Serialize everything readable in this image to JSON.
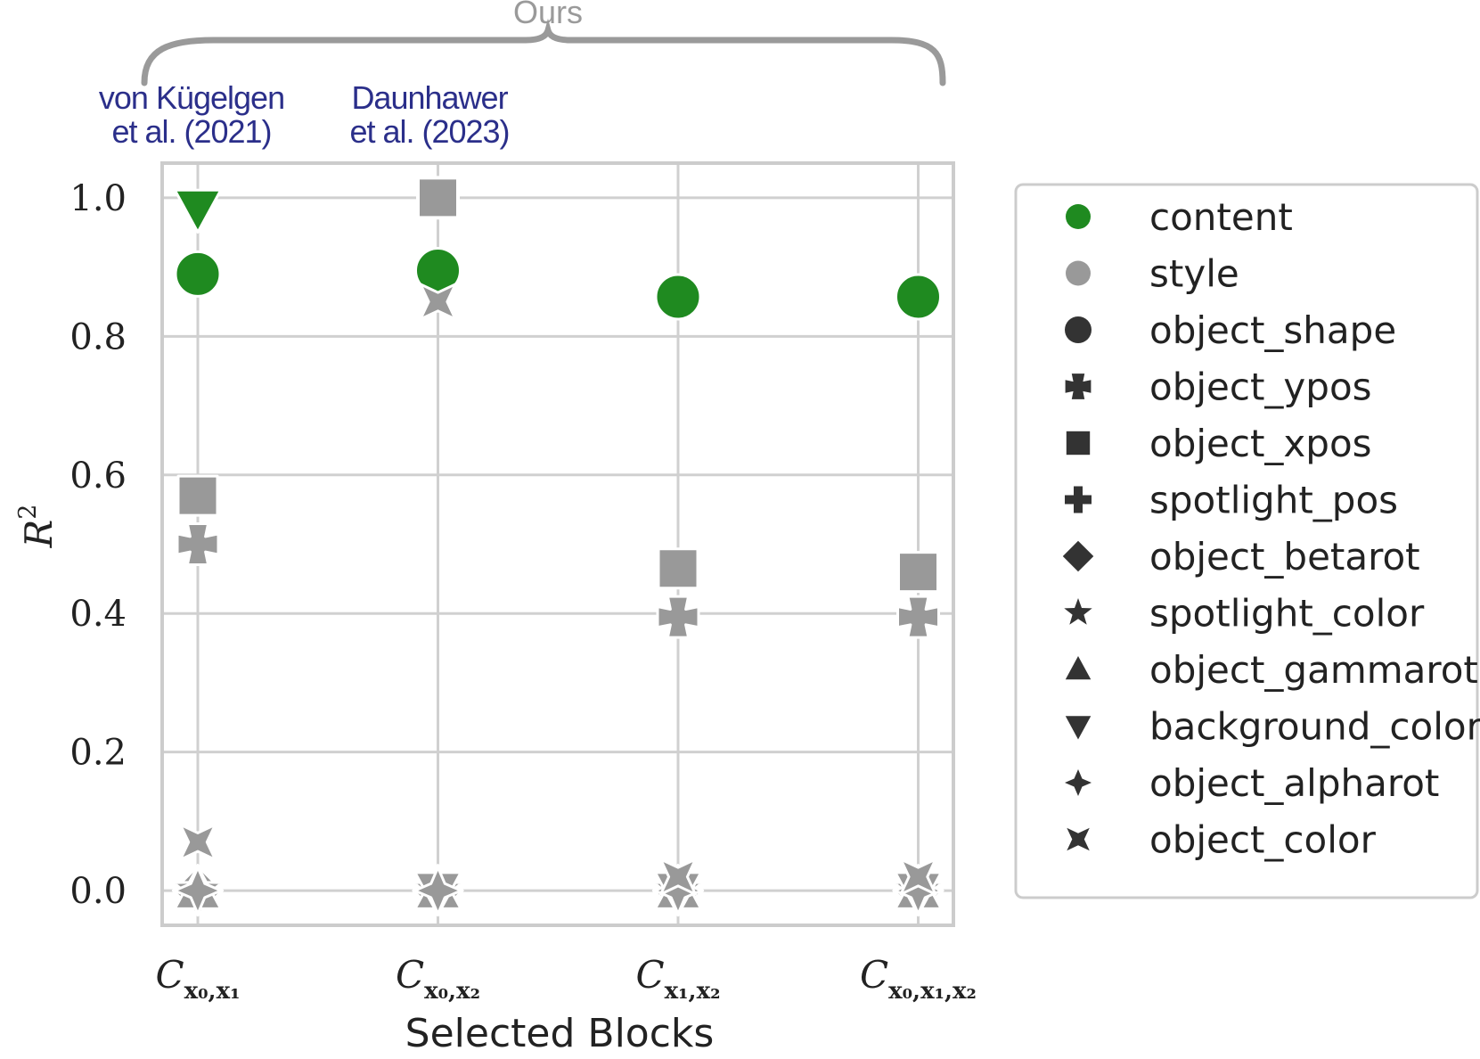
{
  "chart_data": {
    "type": "scatter",
    "categories_tex": [
      {
        "main": "C",
        "sub": "x₀,x₁"
      },
      {
        "main": "C",
        "sub": "x₀,x₂"
      },
      {
        "main": "C",
        "sub": "x₁,x₂"
      },
      {
        "main": "C",
        "sub": "x₀,x₁,x₂"
      }
    ],
    "xlabel": "Selected Blocks",
    "ylabel": "R",
    "ylabel_sup": "2",
    "ylim": [
      -0.05,
      1.05
    ],
    "yticks": [
      "0.0",
      "0.2",
      "0.4",
      "0.6",
      "0.8",
      "1.0"
    ],
    "grid": true,
    "legend_position": "right",
    "colors": {
      "content": "#1f8a20",
      "style": "#999999",
      "legend_marker": "#333333",
      "grid": "#d0d0d0",
      "brace": "#9a9a9a",
      "annotation": "#2b2f8a"
    },
    "series": [
      {
        "name": "content",
        "marker": "circle",
        "values": []
      },
      {
        "name": "style",
        "marker": "circle",
        "values": []
      },
      {
        "name": "object_shape",
        "marker": "circle",
        "group": "content",
        "values": [
          0.89,
          0.895,
          0.857,
          0.857
        ]
      },
      {
        "name": "object_ypos",
        "marker": "x",
        "group": "style",
        "values": [
          0.5,
          1.0,
          0.395,
          0.395
        ]
      },
      {
        "name": "object_xpos",
        "marker": "square",
        "group": "style",
        "values": [
          0.57,
          1.0,
          0.465,
          0.46
        ]
      },
      {
        "name": "spotlight_pos",
        "marker": "plus",
        "group": "style",
        "values": [
          0.0,
          0.0,
          0.0,
          0.0
        ]
      },
      {
        "name": "object_betarot",
        "marker": "diamond",
        "group": "style",
        "values": [
          0.0,
          0.0,
          0.0,
          0.0
        ]
      },
      {
        "name": "spotlight_color",
        "marker": "star",
        "group": "style",
        "values": [
          0.0,
          0.0,
          0.0,
          0.0
        ]
      },
      {
        "name": "object_gammarot",
        "marker": "triangle-up",
        "group": "style",
        "values": [
          0.0,
          0.0,
          0.0,
          0.0
        ]
      },
      {
        "name": "background_color",
        "marker": "triangle-down",
        "values": [
          0.985,
          0.0,
          0.0,
          0.0
        ],
        "groups": [
          "content",
          "style",
          "style",
          "style"
        ]
      },
      {
        "name": "object_alpharot",
        "marker": "pinwheel",
        "group": "style",
        "values": [
          0.0,
          0.0,
          0.0,
          0.0
        ]
      },
      {
        "name": "object_color",
        "marker": "bowtie",
        "group": "style",
        "values": [
          0.07,
          0.85,
          0.02,
          0.02
        ]
      }
    ]
  },
  "annotations": {
    "brace_label": "Ours",
    "ref1_line1": "von Kügelgen",
    "ref1_line2": "et al. (2021)",
    "ref2_line1": "Daunhawer",
    "ref2_line2": "et al. (2023)"
  }
}
